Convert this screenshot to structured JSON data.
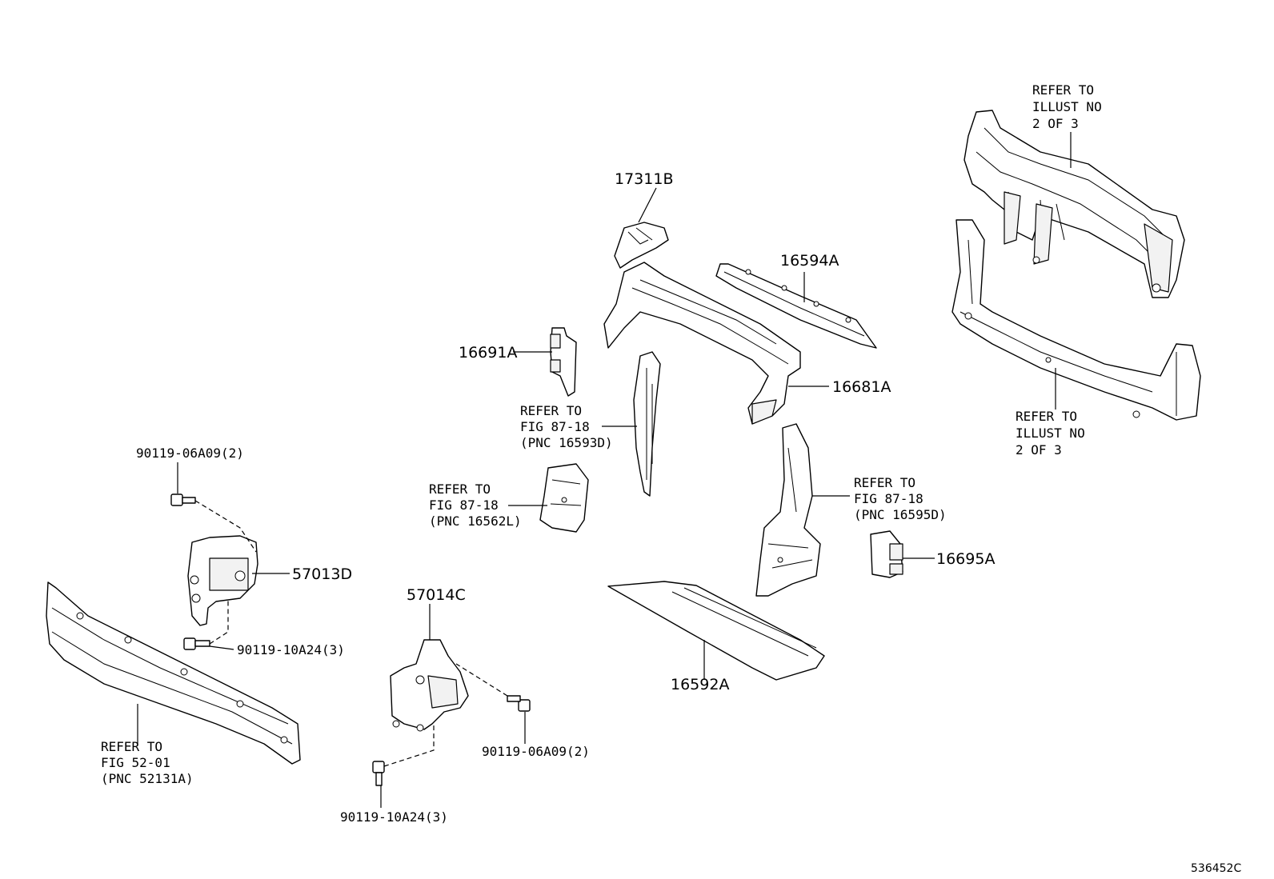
{
  "labels": {
    "p17311B": "17311B",
    "p16594A": "16594A",
    "p16691A": "16691A",
    "p16681A": "16681A",
    "p16695A": "16695A",
    "p16592A": "16592A",
    "p57013D": "57013D",
    "p57014C": "57014C",
    "bolt_left_top": "90119-06A09(2)",
    "bolt_left_bottom": "90119-10A24(3)",
    "bolt_right_mid": "90119-06A09(2)",
    "bolt_bottom_center": "90119-10A24(3)"
  },
  "refs": {
    "illust_top": [
      "REFER TO",
      "ILLUST NO",
      "2 OF 3"
    ],
    "illust_bottom": [
      "REFER TO",
      "ILLUST NO",
      "2 OF 3"
    ],
    "fig_16593D": [
      "REFER TO",
      "FIG 87-18",
      "(PNC 16593D)"
    ],
    "fig_16562L": [
      "REFER TO",
      "FIG 87-18",
      "(PNC 16562L)"
    ],
    "fig_16595D": [
      "REFER TO",
      "FIG 87-18",
      "(PNC 16595D)"
    ],
    "fig_52131A": [
      "REFER TO",
      "FIG 52-01",
      "(PNC 52131A)"
    ]
  },
  "figure_id": "536452C"
}
